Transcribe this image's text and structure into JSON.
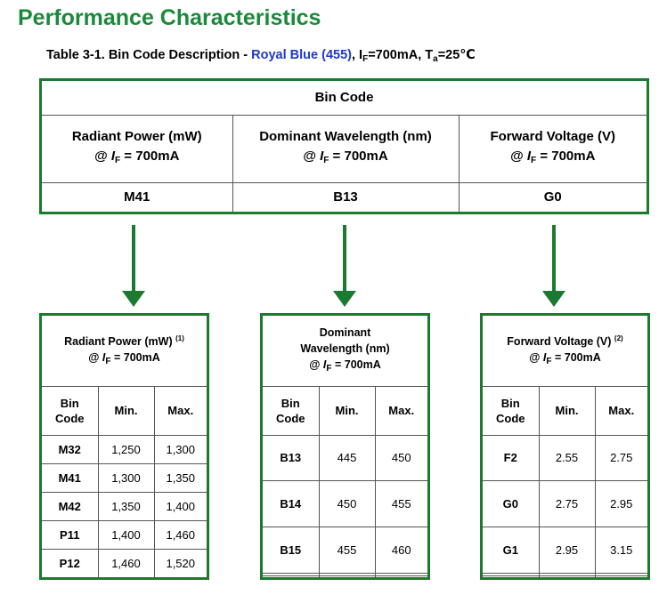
{
  "title": "Performance Characteristics",
  "caption": {
    "prefix": "Table 3-1. Bin Code Description - ",
    "color_name": "Royal Blue (455)",
    "suffix_if_label": ", I",
    "if_sub": "F",
    "if_value": "=700mA, T",
    "ta_sub": "a",
    "ta_value": "=25℃"
  },
  "main_table": {
    "header": "Bin Code",
    "columns": [
      {
        "name": "Radiant Power (mW)",
        "cond_at": "@ ",
        "cond_i": "I",
        "cond_sub": "F",
        "cond_val": " = 700mA",
        "value": "M41"
      },
      {
        "name": "Dominant Wavelength (nm)",
        "cond_at": "@ ",
        "cond_i": "I",
        "cond_sub": "F",
        "cond_val": " = 700mA",
        "value": "B13"
      },
      {
        "name": "Forward Voltage (V)",
        "cond_at": "@ ",
        "cond_i": "I",
        "cond_sub": "F",
        "cond_val": " = 700mA",
        "value": "G0"
      }
    ]
  },
  "col_headers": {
    "bin": "Bin",
    "code": "Code",
    "min": "Min.",
    "max": "Max."
  },
  "radiant_power": {
    "title": "Radiant Power (mW)",
    "note": "(1)",
    "cond_at": "@ ",
    "cond_i": "I",
    "cond_sub": "F",
    "cond_val": " = 700mA",
    "rows": [
      [
        "M32",
        "1,250",
        "1,300"
      ],
      [
        "M41",
        "1,300",
        "1,350"
      ],
      [
        "M42",
        "1,350",
        "1,400"
      ],
      [
        "P11",
        "1,400",
        "1,460"
      ],
      [
        "P12",
        "1,460",
        "1,520"
      ]
    ]
  },
  "dominant_wavelength": {
    "title_line1": "Dominant",
    "title_line2": "Wavelength (nm)",
    "cond_at": "@ ",
    "cond_i": "I",
    "cond_sub": "F",
    "cond_val": " = 700mA",
    "rows": [
      [
        "B13",
        "445",
        "450"
      ],
      [
        "B14",
        "450",
        "455"
      ],
      [
        "B15",
        "455",
        "460"
      ],
      [
        "",
        "",
        ""
      ],
      [
        "",
        "",
        ""
      ]
    ]
  },
  "forward_voltage": {
    "title": "Forward Voltage (V)",
    "note": "(2)",
    "cond_at": "@ ",
    "cond_i": "I",
    "cond_sub": "F",
    "cond_val": " = 700mA",
    "rows": [
      [
        "F2",
        "2.55",
        "2.75"
      ],
      [
        "G0",
        "2.75",
        "2.95"
      ],
      [
        "G1",
        "2.95",
        "3.15"
      ],
      [
        "",
        "",
        ""
      ],
      [
        "",
        "",
        ""
      ]
    ]
  },
  "colors": {
    "title_green": "#1a8a3a",
    "border_green": "#1a7a30",
    "accent_blue": "#1f38d0"
  }
}
